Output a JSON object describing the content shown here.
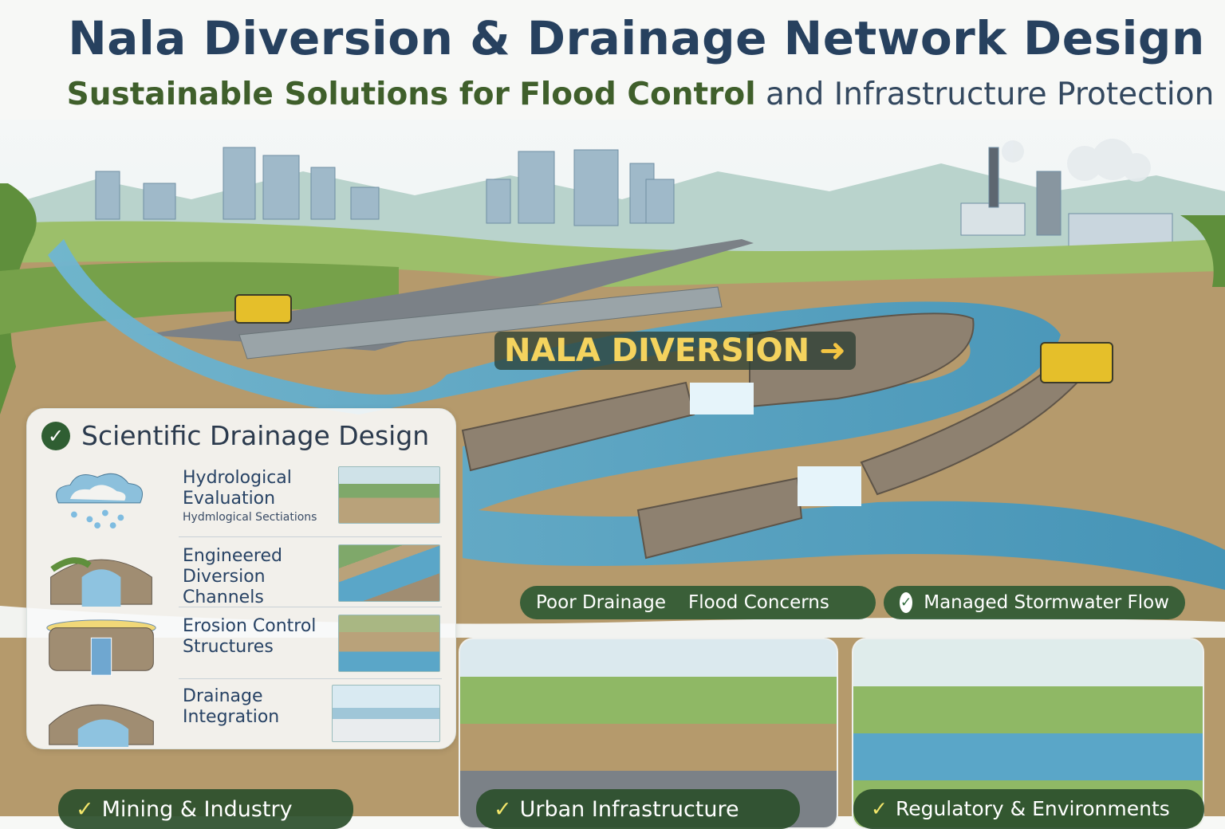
{
  "title": "Nala Diversion & Drainage Network Design",
  "subtitle": {
    "part1": "Sustainable Solutions for",
    "part2": "Flood Control",
    "part3": "and Infrastructure Protection"
  },
  "scene_label": {
    "text": "NALA DIVERSION",
    "icon": "arrow-right-icon",
    "color": "#f4d35e"
  },
  "panel": {
    "title": "Scientific Drainage Design",
    "items": [
      {
        "title": "Hydrological Evaluation",
        "subtitle": "Hydmlogical Sectiations",
        "icon": "rain-cloud-icon"
      },
      {
        "title": "Engineered Diversion Channels",
        "icon": "stone-channel-icon"
      },
      {
        "title": "Erosion Control Structures",
        "icon": "erosion-structure-icon"
      },
      {
        "title": "Drainage Integration",
        "icon": "drainage-bridge-icon"
      }
    ]
  },
  "status_pills": {
    "problems": [
      "Poor Drainage",
      "Flood Concerns"
    ],
    "solution": "Managed Stormwater Flow"
  },
  "sectors": [
    "Mining & Industry",
    "Urban Infrastructure",
    "Regulatory & Environments"
  ],
  "colors": {
    "title": "#27415f",
    "accent_green": "#3f5f2b",
    "pill": "#305a34",
    "water": "#4fa3c7"
  }
}
